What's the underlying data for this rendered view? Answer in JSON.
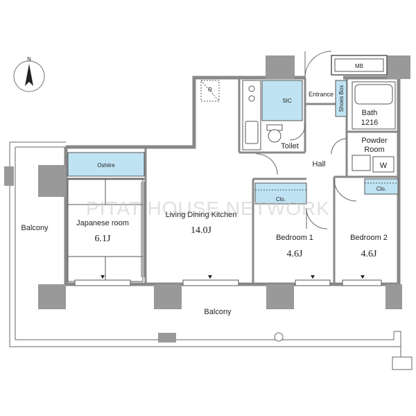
{
  "compass": {
    "north_label": "N"
  },
  "rooms": {
    "mb": "MB",
    "refrigerator": "R",
    "sic": "SIC",
    "entrance": "Entrance",
    "shoes_box": "Shoes Box",
    "bath": "Bath",
    "bath_size": "1216",
    "toilet": "Toilet",
    "powder_room_line1": "Powder",
    "powder_room_line2": "Room",
    "washer": "W",
    "hall": "Hall",
    "oshiire": "Oshiire",
    "japanese_room": "Japanese room",
    "japanese_room_size": "6.1J",
    "ldk": "Living Dining Kitchen",
    "ldk_size": "14.0J",
    "bedroom1": "Bedroom 1",
    "bedroom1_size": "4.6J",
    "bedroom2": "Bedroom 2",
    "bedroom2_size": "4.6J",
    "closet1": "Clo.",
    "closet2": "Clo.",
    "balcony_left": "Balcony",
    "balcony_bottom": "Balcony"
  },
  "watermark": "PITAT HOUSE NETWORK",
  "colors": {
    "wall": "#999999",
    "storage": "#bfe3f2",
    "line": "#555555"
  }
}
